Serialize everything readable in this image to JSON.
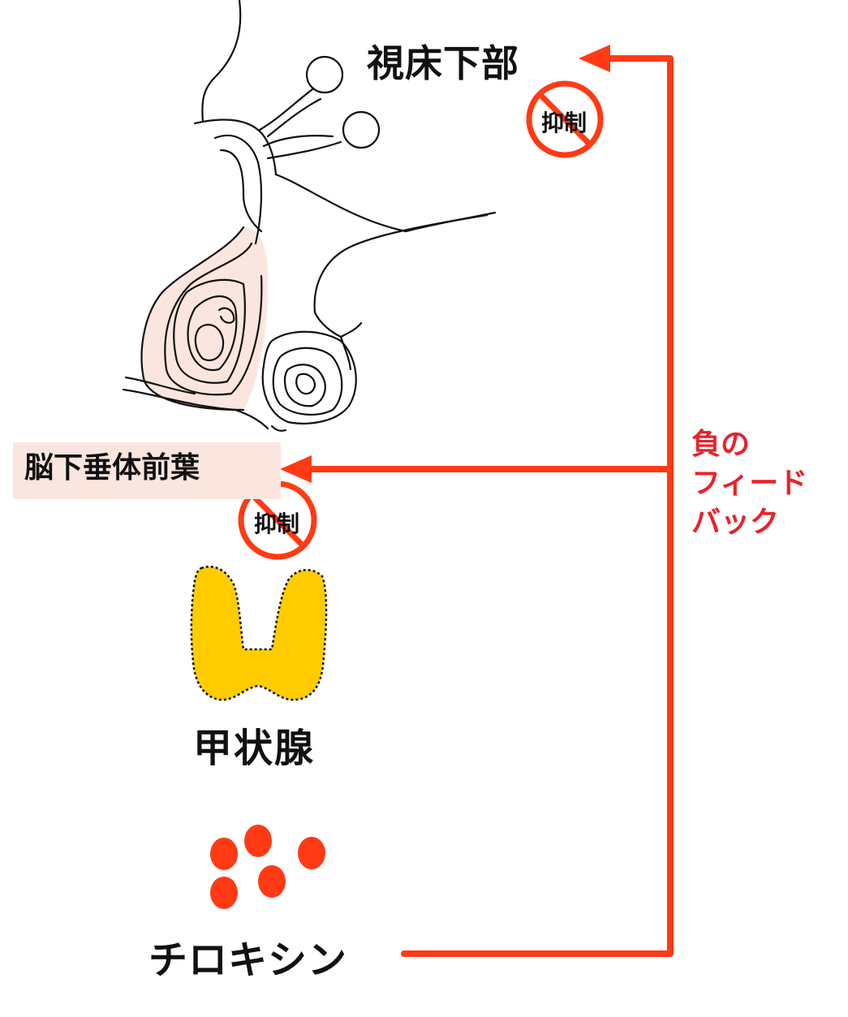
{
  "labels": {
    "hypothalamus": "視床下部",
    "pituitary": "脳下垂体前葉",
    "thyroid": "甲状腺",
    "thyroxine": "チロキシン"
  },
  "feedback": {
    "line1": "負の",
    "line2": "フィード",
    "line3": "バック"
  },
  "inhibit": {
    "top": "抑制",
    "bottom": "抑制"
  },
  "colors": {
    "arrow": "#ff3a14",
    "feedback_text": "#e8222a",
    "thyroid_fill": "#ffcc00",
    "pituitary_fill": "#fbe6df",
    "hormone_dots": "#ff3a14"
  }
}
